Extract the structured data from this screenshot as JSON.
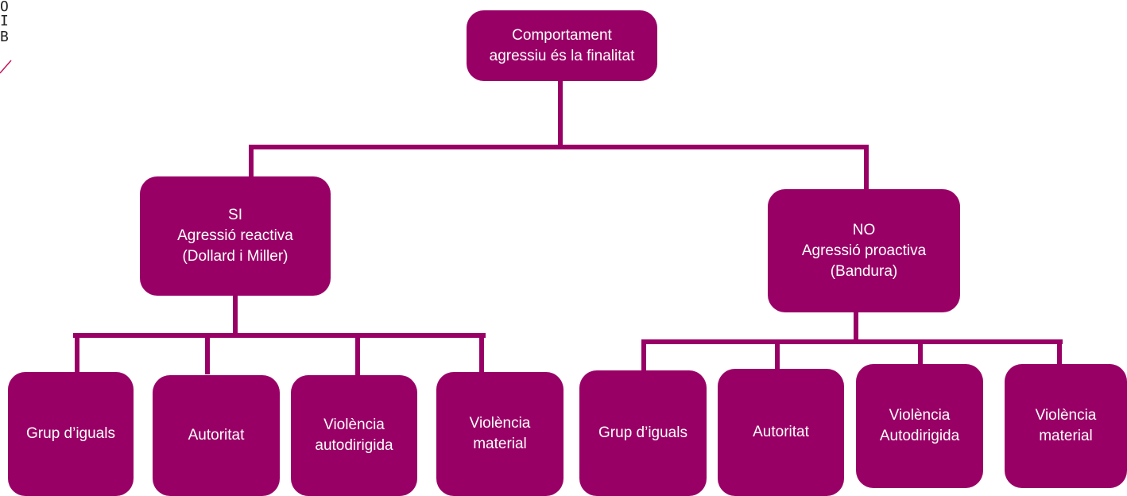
{
  "logo": {
    "letters": [
      "O",
      "I",
      "B"
    ],
    "color": "#c2185b"
  },
  "colors": {
    "node": "#990066",
    "line": "#990066",
    "text": "#ffffff"
  },
  "root": {
    "lines": [
      "Comportament",
      "agressiu és la finalitat"
    ]
  },
  "branches": [
    {
      "lines": [
        "SI",
        "Agressió reactiva",
        "(Dollard i Miller)"
      ],
      "children": [
        {
          "lines": [
            "Grup d’iguals"
          ]
        },
        {
          "lines": [
            "Autoritat"
          ]
        },
        {
          "lines": [
            "Violència",
            "autodirigida"
          ]
        },
        {
          "lines": [
            "Violència",
            "material"
          ]
        }
      ]
    },
    {
      "lines": [
        "NO",
        "Agressió proactiva",
        "(Bandura)"
      ],
      "children": [
        {
          "lines": [
            "Grup d’iguals"
          ]
        },
        {
          "lines": [
            "Autoritat"
          ]
        },
        {
          "lines": [
            "Violència",
            "Autodirigida"
          ]
        },
        {
          "lines": [
            "Violència",
            "material"
          ]
        }
      ]
    }
  ]
}
